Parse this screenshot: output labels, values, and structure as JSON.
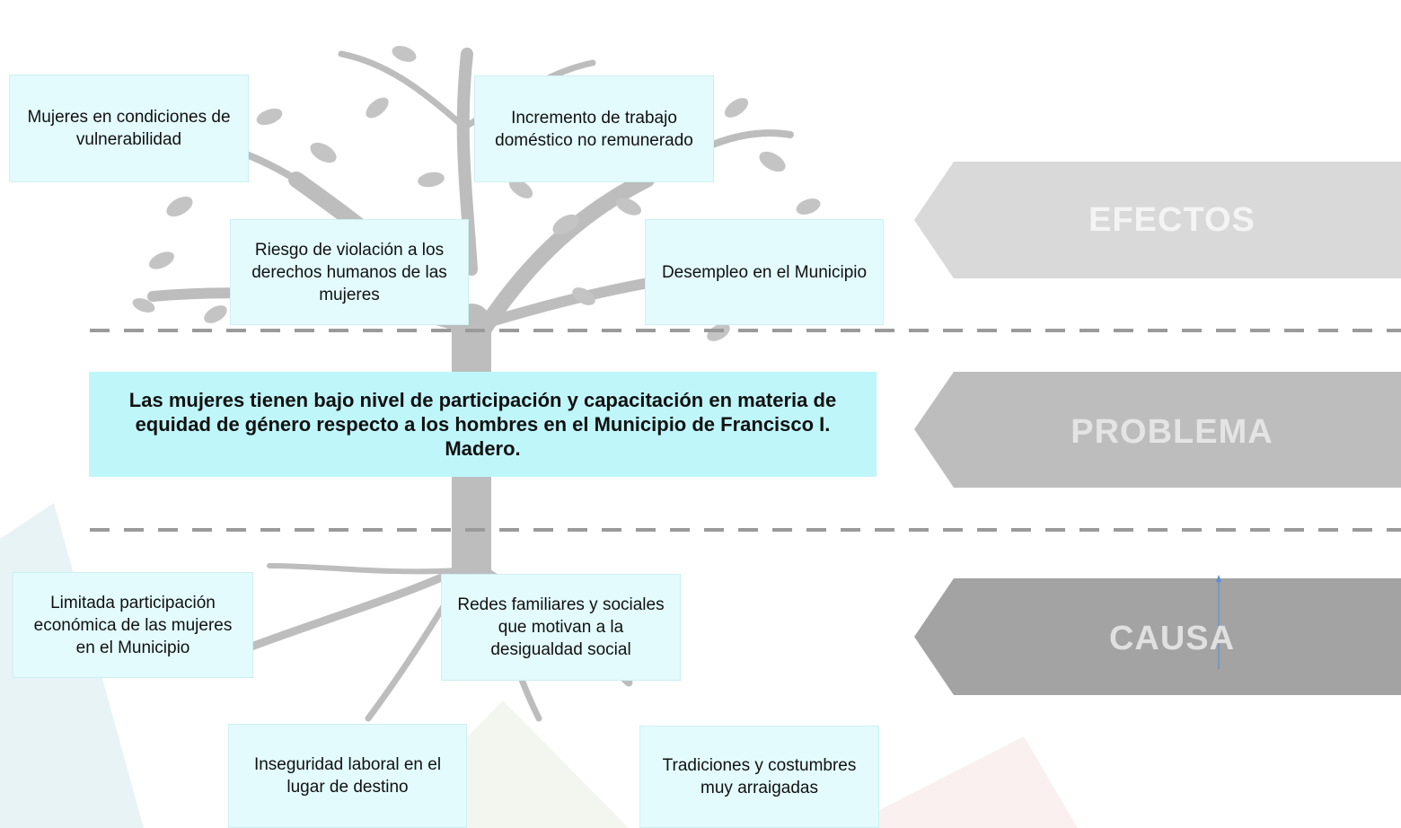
{
  "side_labels": {
    "effects": "EFECTOS",
    "problem": "PROBLEMA",
    "cause": "CAUSA"
  },
  "effects": [
    "Mujeres en condiciones de vulnerabilidad",
    "Incremento de trabajo doméstico no remunerado",
    "Riesgo de violación a los derechos humanos de las mujeres",
    "Desempleo en el Municipio"
  ],
  "problem": "Las mujeres tienen bajo nivel de participación y capacitación en materia de equidad de género respecto a los hombres en el Municipio de Francisco I. Madero.",
  "causes": [
    "Limitada participación económica de las mujeres en el Municipio",
    "Redes familiares y sociales que motivan a la desigualdad social",
    "Inseguridad laboral en el lugar de destino",
    "Tradiciones y costumbres muy arraigadas"
  ],
  "colors": {
    "box_fill": "#e3fbfd",
    "problem_fill": "#bff6fa",
    "tree": "#b9b9b9",
    "arrow_light": "#d6d6d6",
    "arrow_mid": "#bdbdbd",
    "arrow_dark": "#9e9e9e"
  }
}
